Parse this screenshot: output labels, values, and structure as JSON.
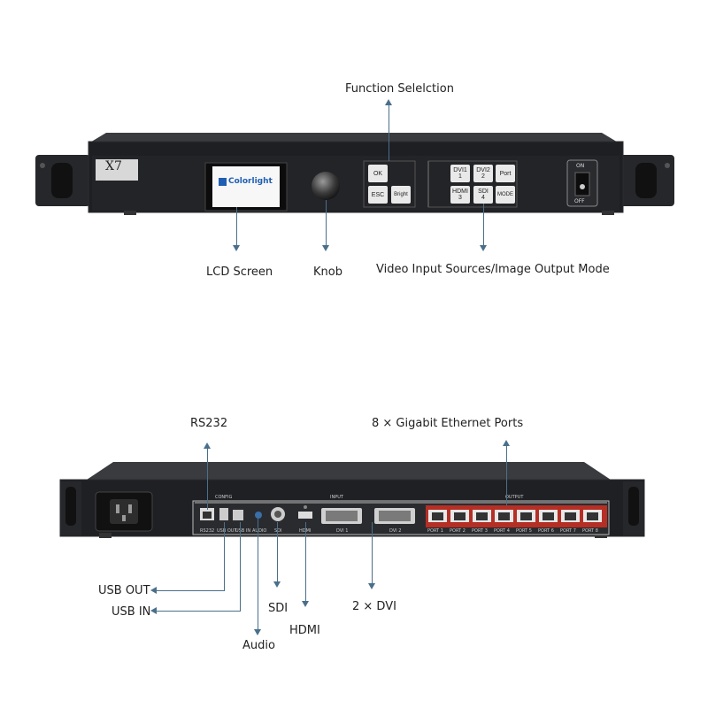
{
  "callouts": {
    "function_selection": "Function Selelction",
    "lcd_screen": "LCD Screen",
    "knob": "Knob",
    "video_input": "Video Input Sources/Image Output Mode",
    "rs232": "RS232",
    "ethernet": "8 × Gigabit Ethernet Ports",
    "usb_out": "USB OUT",
    "usb_in": "USB IN",
    "sdi": "SDI",
    "dvi": "2 × DVI",
    "hdmi": "HDMI",
    "audio": "Audio"
  },
  "front_panel": {
    "model": "X7",
    "lcd_logo": "Colorlight",
    "buttons": {
      "ok": "OK",
      "esc": "ESC",
      "bright": "Bright",
      "dvi1": "DVI1",
      "dvi1_num": "1",
      "dvi2": "DVI2",
      "dvi2_num": "2",
      "port": "Port",
      "hdmi": "HDMI",
      "hdmi_num": "3",
      "sdi": "SDI",
      "sdi_num": "4",
      "mode": "MODE"
    },
    "switch_on": "ON",
    "switch_off": "OFF"
  },
  "rear_panel": {
    "config": "CONFIG",
    "input": "INPUT",
    "output": "OUTPUT",
    "rs232": "RS232",
    "usb_out": "USB OUT",
    "usb_in": "USB IN",
    "audio": "AUDIO",
    "sdi": "SDI",
    "hdmi": "HDMI",
    "dvi1": "DVI 1",
    "dvi2": "DVI 2",
    "ports": [
      "PORT 1",
      "PORT 2",
      "PORT 3",
      "PORT 4",
      "PORT 5",
      "PORT 6",
      "PORT 7",
      "PORT 8"
    ]
  },
  "colors": {
    "chassis": "#1c1d20",
    "accent_line": "#4a6f8a",
    "port_red": "#c0392b"
  }
}
